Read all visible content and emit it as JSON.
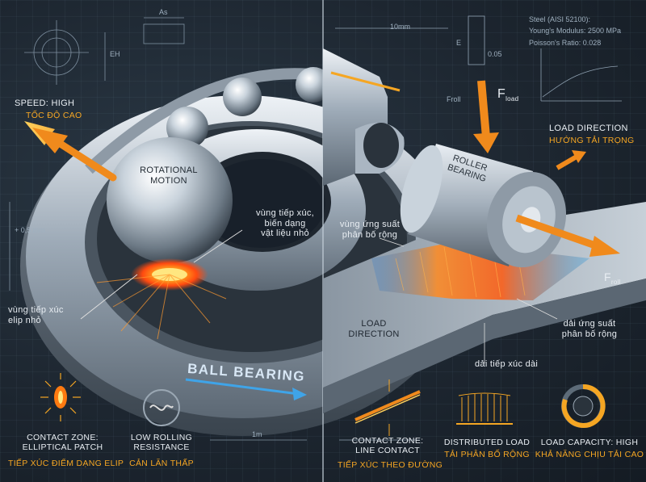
{
  "left": {
    "speed_label": "SPEED: HIGH",
    "speed_label_vi": "TỐC ĐỘ CAO",
    "motion_label": "ROTATIONAL\nMOTION",
    "contact_note_vi": "vùng tiếp xúc,\nbiến dạng\nvật liệu nhỏ",
    "ellipse_note_vi": "vùng tiếp xúc\nelip nhỏ",
    "banner": "BALL BEARING",
    "contact_title": "CONTACT ZONE:\nELLIPTICAL PATCH",
    "contact_title_vi": "TIẾP XÚC ĐIỂM DẠNG ELIP",
    "resistance_title": "LOW ROLLING\nRESISTANCE",
    "resistance_title_vi": "CẢN LĂN THẤP",
    "dim_as": "As",
    "dim_eh": "EH",
    "dim_side": "+ 0,5 mm",
    "dim_bottom": "1m"
  },
  "right": {
    "roller_label": "ROLLER\nBEARING",
    "f_load": "F",
    "f_load_sub": "load",
    "f_roll": "F",
    "f_roll_sub": "roll",
    "load_dir": "LOAD DIRECTION",
    "load_dir_vi": "HƯỚNG TẢI TRỌNG",
    "stress_note_vi": "vùng ứng suất\nphân bố rộng",
    "load_dir2": "LOAD\nDIRECTION",
    "stress_band_vi": "dải ứng suất\nphân bố rộng",
    "long_contact_vi": "dải tiếp xúc dài",
    "contact_title": "CONTACT ZONE:\nLINE CONTACT",
    "contact_title_vi": "TIẾP XÚC THEO ĐƯỜNG",
    "dist_title": "DISTRIBUTED LOAD",
    "dist_title_vi": "TẢI PHÂN BỐ RỘNG",
    "cap_title": "LOAD CAPACITY: HIGH",
    "cap_title_vi": "KHẢ NĂNG CHỊU TẢI CAO",
    "material": "Steel (AISI 52100):\nYoung's Modulus: 2500 MPa\nPoisson's Ratio: 0.028",
    "dim_10mm": "10mm",
    "dim_e": "E",
    "dim_005": "0.05",
    "dim_froll": "Froll"
  },
  "colors": {
    "accent_orange": "#f5a623",
    "arrow_orange": "#f08a1c",
    "steel": "#aab6c2",
    "arrow_blue": "#3fa4e8"
  }
}
